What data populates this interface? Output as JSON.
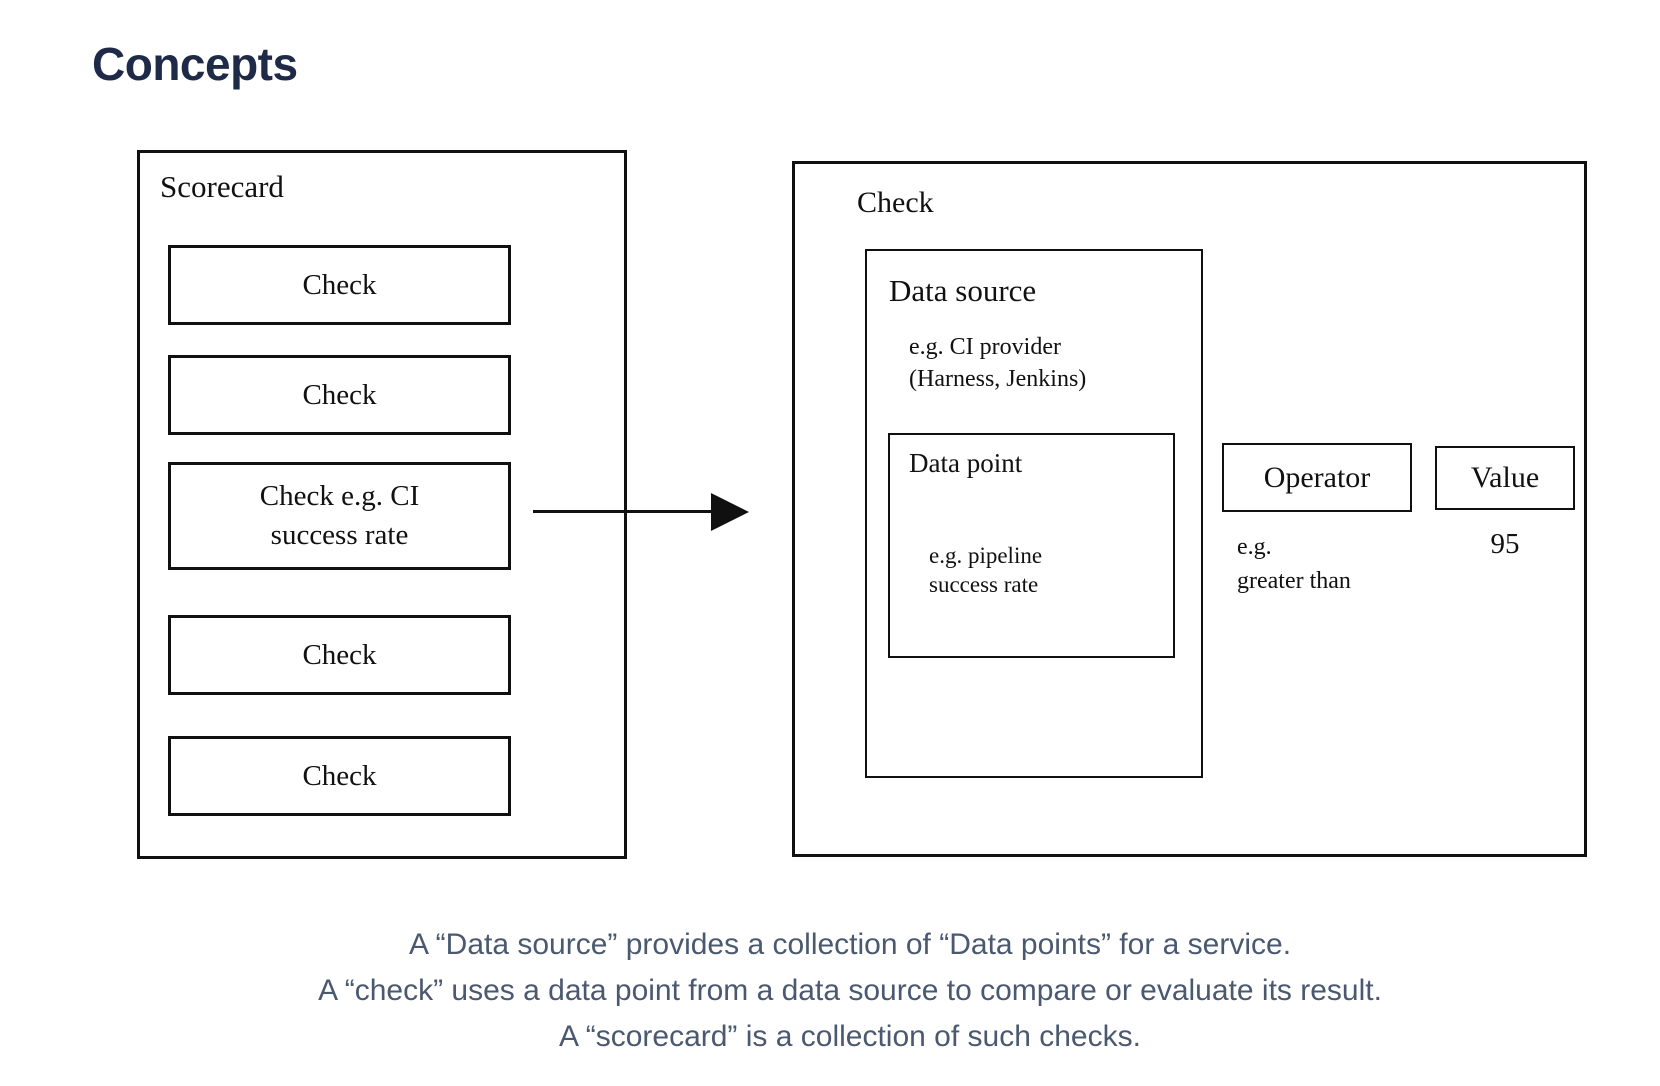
{
  "page": {
    "title": "Concepts"
  },
  "colors": {
    "title": "#1e2a47",
    "caption_text": "#4a5970",
    "diagram_lines": "#101010",
    "background": "#ffffff"
  },
  "diagram": {
    "scorecard": {
      "label": "Scorecard",
      "checks": [
        "Check",
        "Check",
        "Check e.g. CI success rate",
        "Check",
        "Check"
      ]
    },
    "check_detail": {
      "label": "Check",
      "data_source": {
        "label": "Data source",
        "example_line1": "e.g. CI provider",
        "example_line2": "(Harness, Jenkins)",
        "data_point": {
          "label": "Data point",
          "example_line1": "e.g. pipeline",
          "example_line2": "success rate"
        }
      },
      "operator": {
        "label": "Operator",
        "example_line1": "e.g.",
        "example_line2": "greater than"
      },
      "value": {
        "label": "Value",
        "example": "95"
      }
    }
  },
  "caption": {
    "line1": "A “Data source” provides a collection of “Data points” for a service.",
    "line2": "A “check” uses a data point from a data source to compare or evaluate its result.",
    "line3": "A “scorecard” is a collection of such checks."
  }
}
